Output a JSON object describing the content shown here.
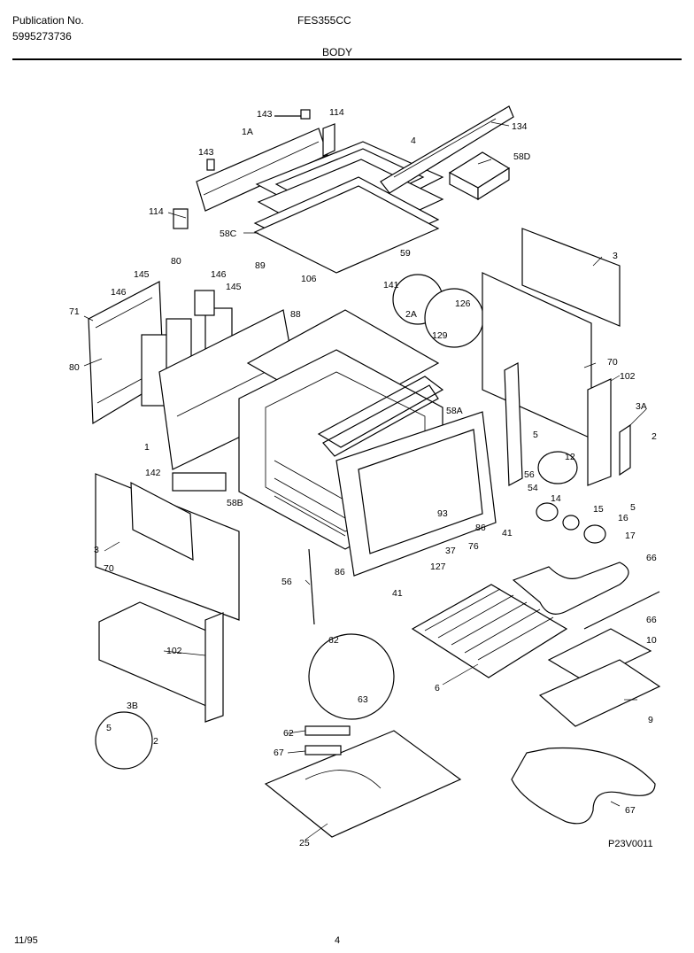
{
  "header": {
    "publication_label": "Publication No.",
    "publication_number": "5995273736",
    "model": "FES355CC",
    "section": "BODY"
  },
  "footer": {
    "date": "11/95",
    "page": "4",
    "drawing_code": "P23V0011"
  },
  "callouts": [
    "143",
    "114",
    "134",
    "143",
    "1A",
    "4",
    "58D",
    "114",
    "58C",
    "80",
    "146",
    "145",
    "146",
    "145",
    "89",
    "59",
    "106",
    "141",
    "126",
    "129",
    "88",
    "2A",
    "71",
    "80",
    "3",
    "70",
    "102",
    "1",
    "58A",
    "3A",
    "2",
    "5",
    "12",
    "5",
    "56",
    "54",
    "14",
    "15",
    "16",
    "17",
    "142",
    "58B",
    "93",
    "37",
    "86",
    "41",
    "127",
    "76",
    "86",
    "41",
    "3",
    "70",
    "56",
    "66",
    "66",
    "10",
    "62",
    "6",
    "102",
    "63",
    "9",
    "3B",
    "5",
    "2",
    "62",
    "67",
    "67",
    "25"
  ]
}
